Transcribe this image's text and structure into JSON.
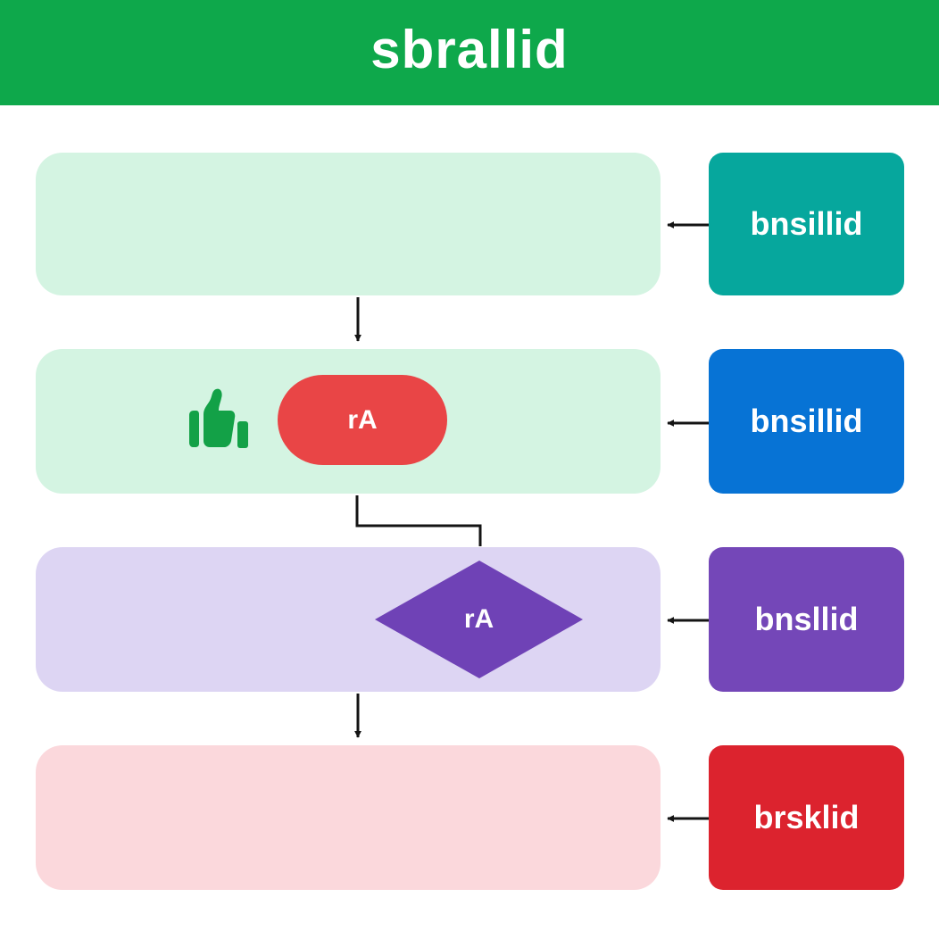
{
  "header": {
    "title": "sbrallid",
    "color": "#0ea84b"
  },
  "lanes": [
    {
      "fill": "#d4f4e2"
    },
    {
      "fill": "#d4f4e2"
    },
    {
      "fill": "#ddd5f3"
    },
    {
      "fill": "#fbd8dc"
    }
  ],
  "tags": [
    {
      "label": "bnsillid",
      "color": "#06a79d"
    },
    {
      "label": "bnsillid",
      "color": "#0773d5"
    },
    {
      "label": "bnsllid",
      "color": "#7447b8"
    },
    {
      "label": "brsklid",
      "color": "#dc232e"
    }
  ],
  "nodes": {
    "pill": {
      "label": "rA",
      "color": "#e94546"
    },
    "diamond": {
      "label": "rA",
      "color": "#6f42b6"
    }
  },
  "icons": {
    "thumbs_up": {
      "name": "thumbs-up-icon",
      "color": "#13a147"
    }
  },
  "connector_color": "#141414"
}
